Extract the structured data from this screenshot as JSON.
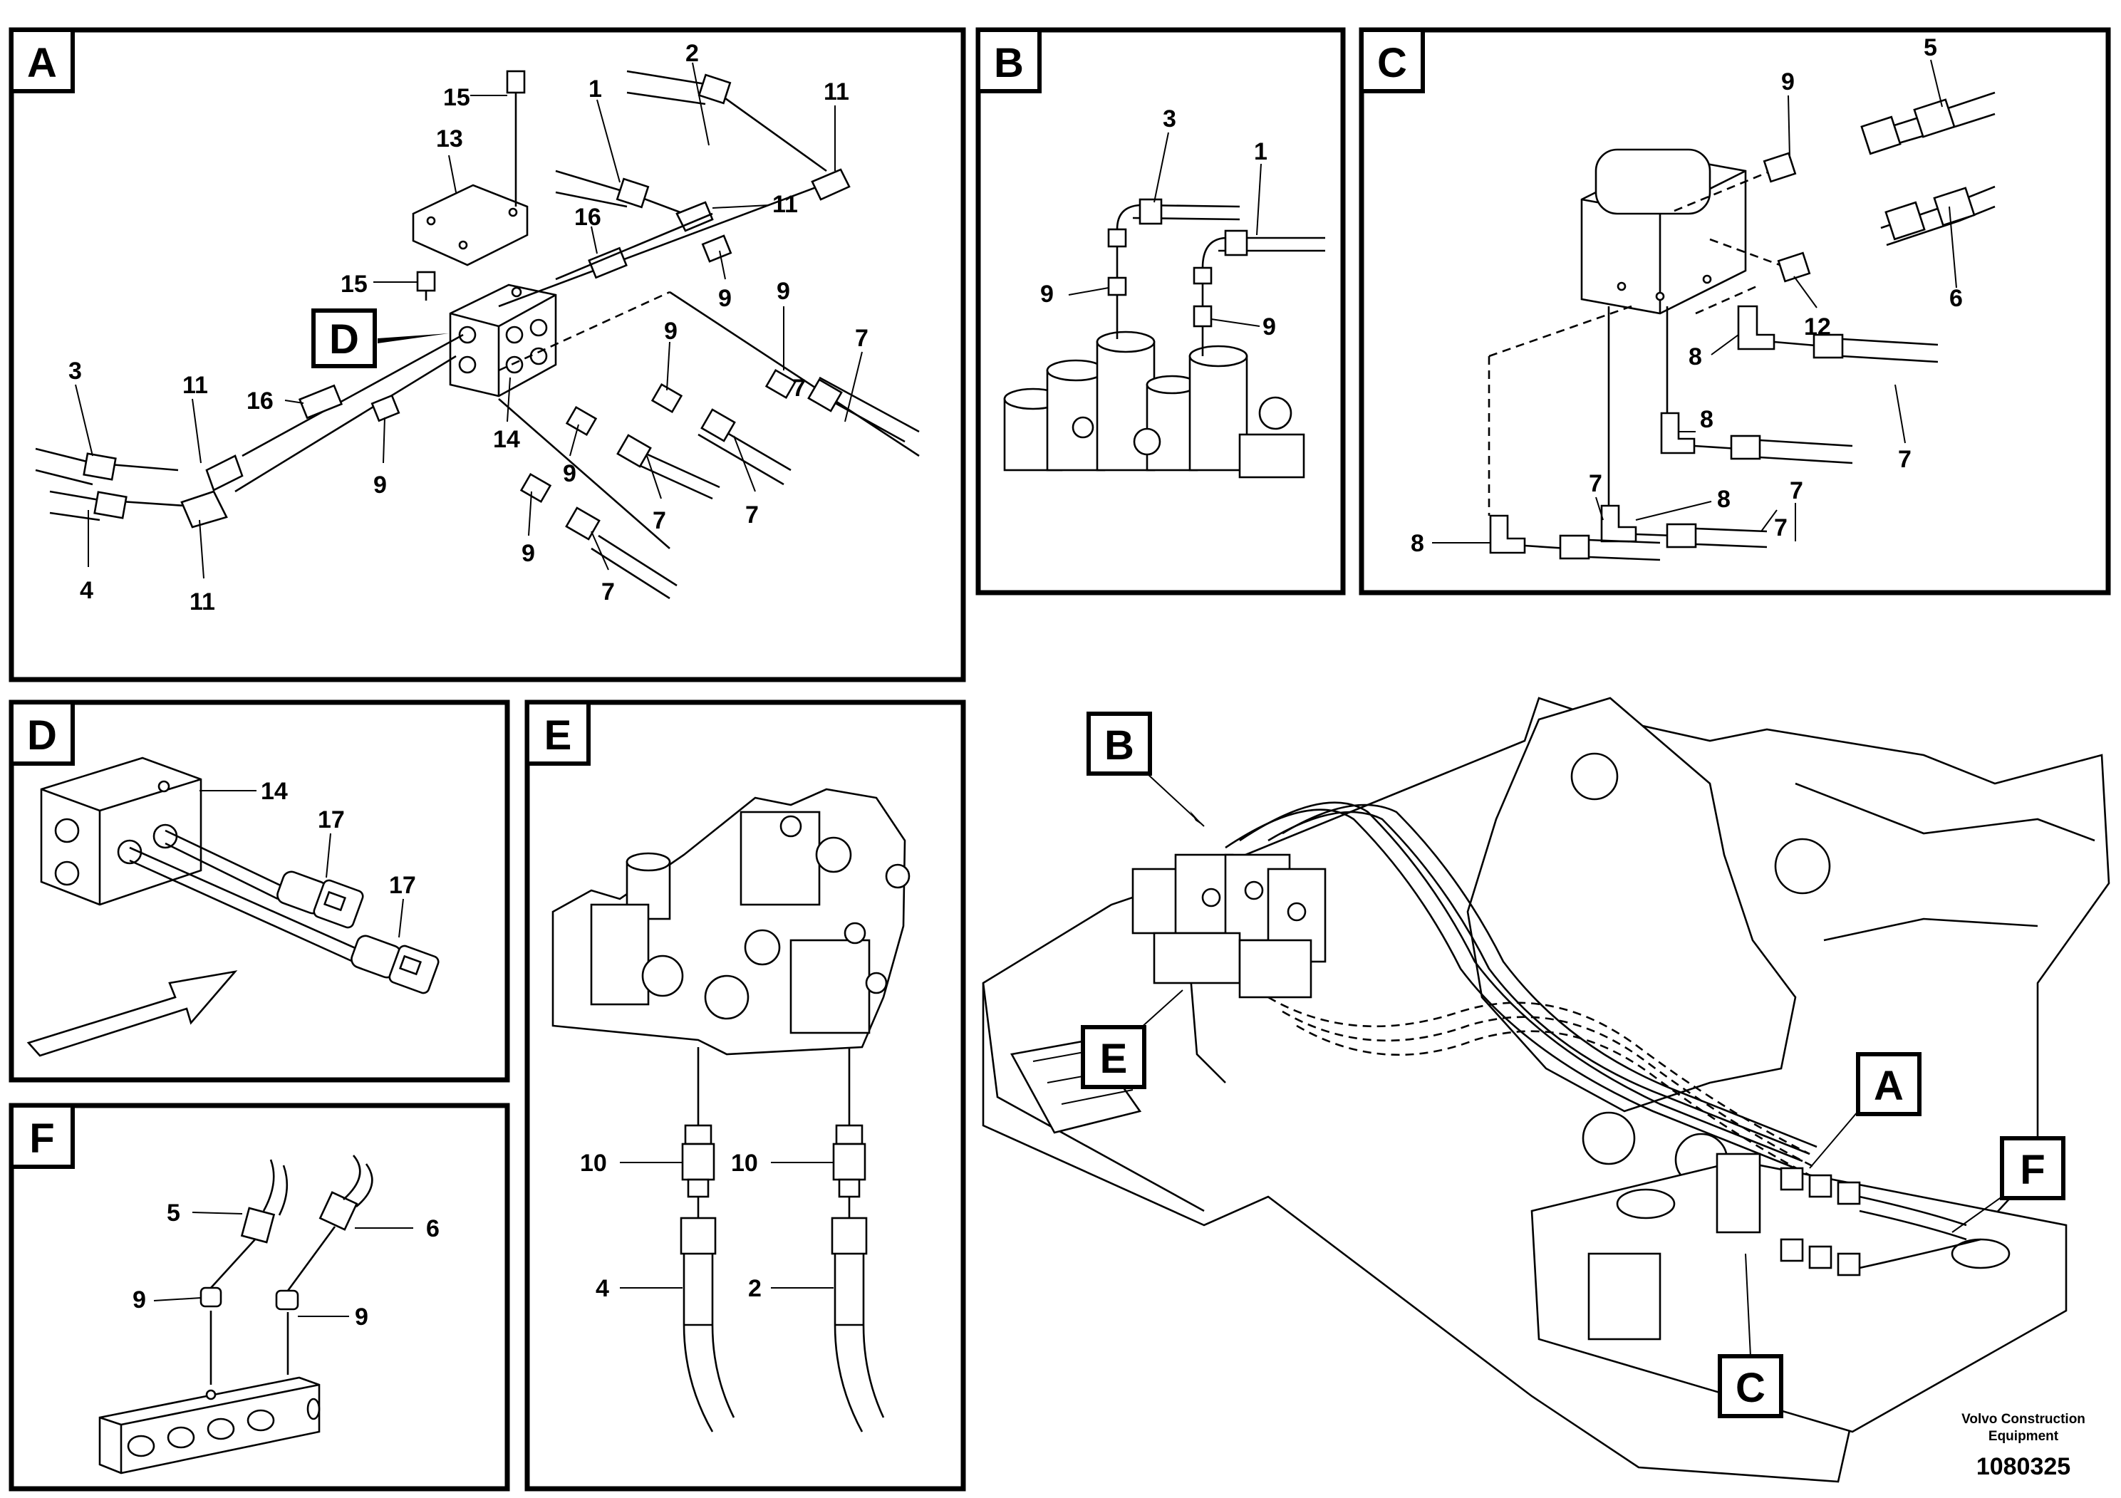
{
  "panels": {
    "A": {
      "tag": "A",
      "callouts": [
        "15",
        "13",
        "1",
        "2",
        "11",
        "11",
        "16",
        "9",
        "15",
        "9",
        "D",
        "9",
        "7",
        "3",
        "11",
        "16",
        "9",
        "14",
        "9",
        "7",
        "7",
        "9",
        "7",
        "4",
        "11",
        "7"
      ]
    },
    "B": {
      "tag": "B",
      "callouts": [
        "3",
        "1",
        "9",
        "9"
      ]
    },
    "C": {
      "tag": "C",
      "callouts": [
        "9",
        "5",
        "12",
        "6",
        "8",
        "8",
        "7",
        "7",
        "8",
        "7",
        "7",
        "8"
      ]
    },
    "D": {
      "tag": "D",
      "callouts": [
        "14",
        "17",
        "17"
      ]
    },
    "E": {
      "tag": "E",
      "callouts": [
        "10",
        "10",
        "4",
        "2"
      ]
    },
    "F": {
      "tag": "F",
      "callouts": [
        "5",
        "6",
        "9",
        "9"
      ]
    }
  },
  "overview": {
    "labels": [
      "B",
      "E",
      "A",
      "F",
      "C"
    ]
  },
  "footer": {
    "company_line1": "Volvo Construction",
    "company_line2": "Equipment",
    "part_number": "1080325"
  }
}
